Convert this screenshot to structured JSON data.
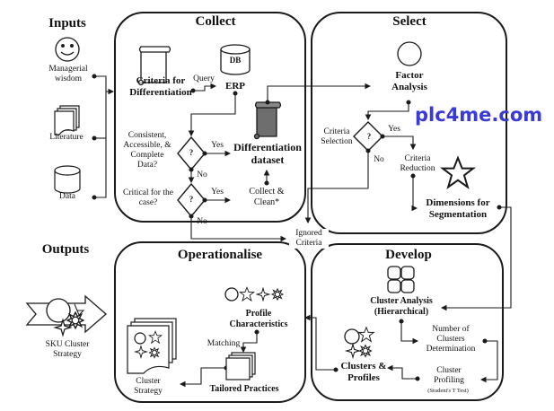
{
  "sections": {
    "inputs": "Inputs",
    "outputs": "Outputs",
    "collect": "Collect",
    "select": "Select",
    "operationalise": "Operationalise",
    "develop": "Develop"
  },
  "inputs": {
    "managerial": "Managerial wisdom",
    "literature": "Literature",
    "data": "Data"
  },
  "collect": {
    "criteria": "Criteria for Differentiation",
    "query": "Query",
    "db": "DB",
    "erp": "ERP",
    "question1": "Consistent, Accessible, & Complete Data?",
    "question2": "Critical for the case?",
    "yes": "Yes",
    "no": "No",
    "decision": "?",
    "dataset": "Differentiation dataset",
    "collect_clean": "Collect & Clean*"
  },
  "select": {
    "factor": "Factor Analysis",
    "criteria_selection": "Criteria Selection",
    "criteria_reduction": "Criteria Reduction",
    "yes": "Yes",
    "no": "No",
    "decision": "?",
    "dimensions": "Dimensions for Segmentation",
    "ignored": "Ignored Criteria"
  },
  "develop": {
    "cluster_analysis": "Cluster Analysis (Hierarchical)",
    "number_clusters": "Number of Clusters Determination",
    "cluster_profiling": "Cluster Profiling",
    "ttest": "(Student's T Test)",
    "clusters_profiles": "Clusters & Profiles"
  },
  "operationalise": {
    "profile": "Profile Characteristics",
    "matching": "Matching",
    "tailored": "Tailored Practices",
    "cluster_strategy": "Cluster Strategy"
  },
  "outputs": {
    "sku": "SKU Cluster Strategy"
  },
  "watermark": "plc4me.com",
  "colors": {
    "line": "#1a1a1a",
    "dataset_fill": "#6e6e6e",
    "watermark": "#3a3ad6"
  }
}
